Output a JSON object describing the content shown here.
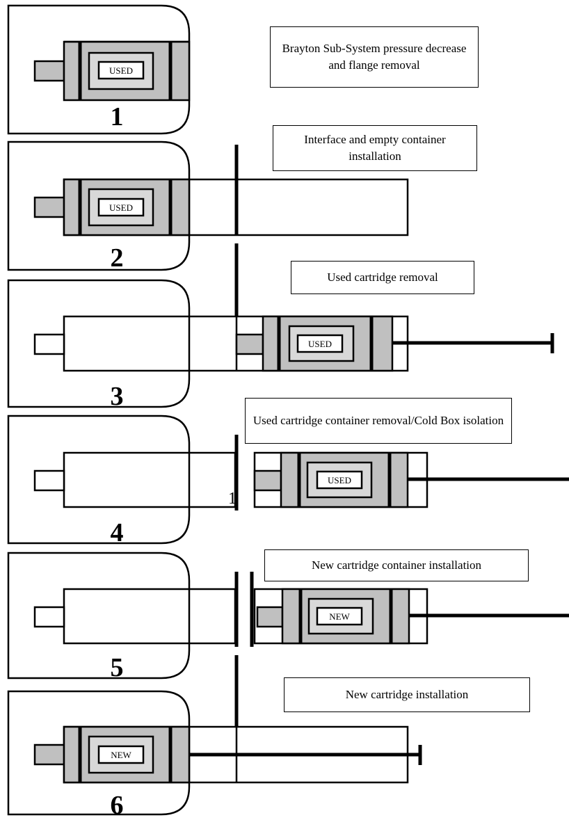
{
  "steps": [
    {
      "number": "1",
      "caption": "Brayton Sub-System pressure decrease and flange removal",
      "cartridge_label": "USED"
    },
    {
      "number": "2",
      "caption": "Interface and empty container installation",
      "cartridge_label": "USED"
    },
    {
      "number": "3",
      "caption": "Used cartridge removal",
      "cartridge_label": "USED"
    },
    {
      "number": "4",
      "caption": "Used cartridge container removal/Cold Box isolation",
      "cartridge_label": "USED"
    },
    {
      "number": "5",
      "caption": "New cartridge container installation",
      "cartridge_label": "NEW"
    },
    {
      "number": "6",
      "caption": "New cartridge installation",
      "cartridge_label": "NEW"
    }
  ],
  "stray_mark": "1"
}
